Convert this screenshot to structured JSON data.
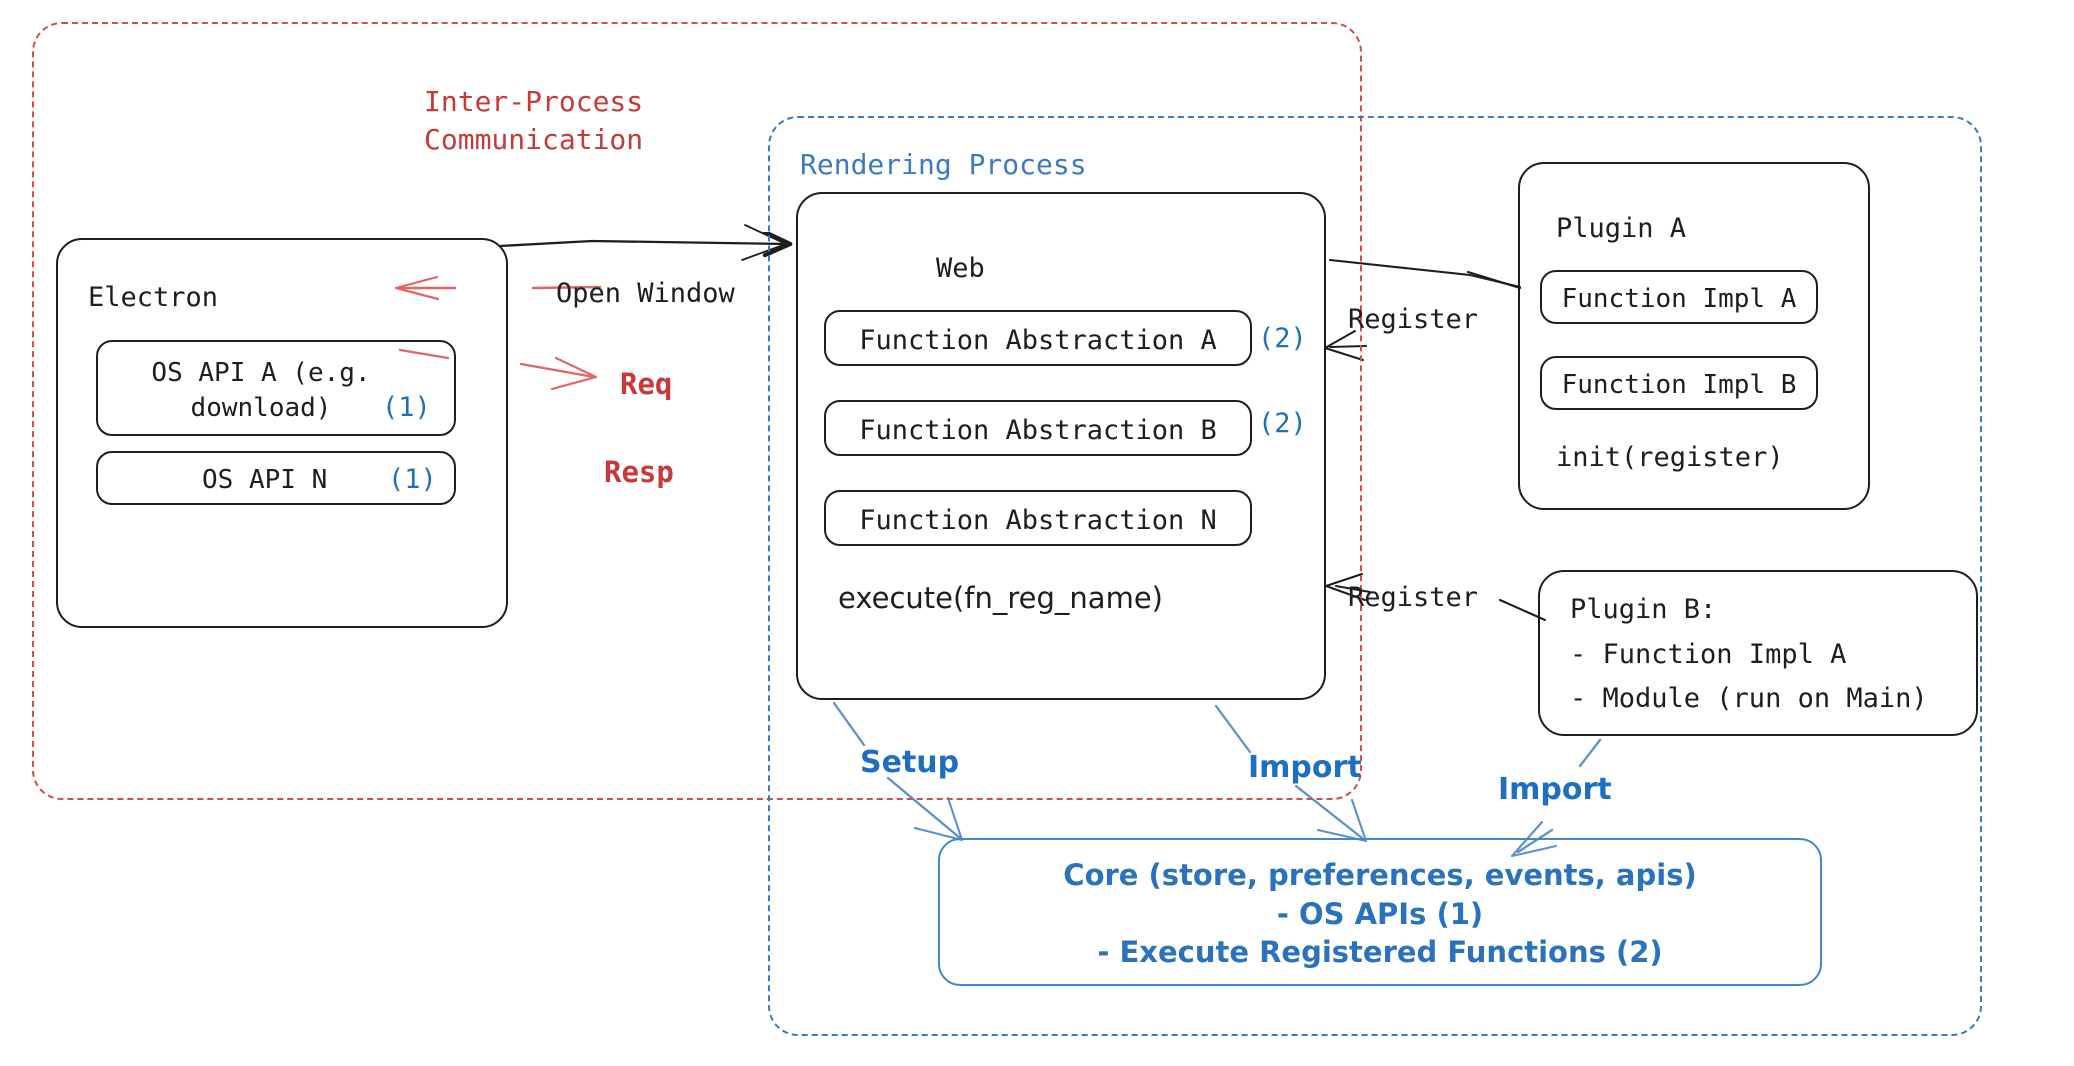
{
  "diagram": {
    "title": "Electron plugin architecture",
    "colors": {
      "ipc_red": "#c8393a",
      "process_blue": "#3b7ac4",
      "marker_blue": "#1f6fc0",
      "stroke_dark": "#1e1e1e"
    }
  },
  "containers": {
    "ipc": {
      "label": "Inter-Process\nCommunication"
    },
    "rendering": {
      "label": "Rendering Process"
    }
  },
  "electron": {
    "title": "Electron",
    "apis": [
      {
        "label": "OS API A (e.g.\ndownload)",
        "marker": "(1)"
      },
      {
        "label": "OS API N",
        "marker": "(1)"
      }
    ]
  },
  "web": {
    "title": "Web",
    "abstractions": [
      {
        "label": "Function Abstraction A",
        "marker": "(2)"
      },
      {
        "label": "Function Abstraction B",
        "marker": "(2)"
      },
      {
        "label": "Function Abstraction N",
        "marker": ""
      }
    ],
    "footer": "execute(fn_reg_name)"
  },
  "plugin_a": {
    "title": "Plugin A",
    "items": [
      "Function Impl A",
      "Function Impl B"
    ],
    "footer": "init(register)"
  },
  "plugin_b": {
    "lines": [
      "Plugin B:",
      "- Function Impl A",
      "- Module (run on Main)"
    ]
  },
  "core": {
    "text": "Core (store, preferences, events, apis)\n- OS APIs (1)\n- Execute Registered Functions (2)"
  },
  "edges": {
    "open_window": "Open Window",
    "req": "Req",
    "resp": "Resp",
    "register_a": "Register",
    "register_b": "Register",
    "setup": "Setup",
    "import_web": "Import",
    "import_plugin": "Import"
  }
}
